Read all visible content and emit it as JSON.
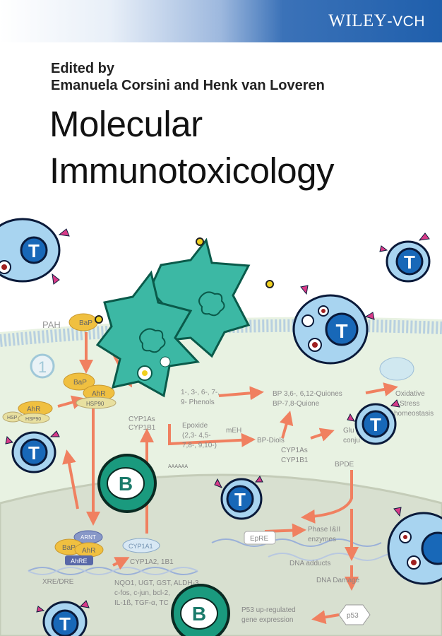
{
  "publisher": {
    "wiley": "WILEY",
    "sep": "-",
    "vch": "VCH"
  },
  "editors": {
    "prefix": "Edited by",
    "names": "Emanuela Corsini and Henk van Loveren"
  },
  "title": {
    "line1": "Molecular",
    "line2": "Immunotoxicology"
  },
  "diagram": {
    "pah": "PAH",
    "bap": "BaP",
    "ahr": "AhR",
    "hsp": "HSP",
    "hsp90": "HSP90",
    "arnt": "ARNT",
    "ahre": "AhRE",
    "xre": "XRE/DRE",
    "step1": "1",
    "t_label": "T",
    "b_label": "B",
    "cyp1as": "CYP1As",
    "cyp1b1": "CYP1B1",
    "cyp1a1": "CYP1A1",
    "cyp1a2": "CYP1A2, 1B1",
    "phenols_1": "1-, 3-, 6-, 7-,",
    "phenols_2": "9- Phenols",
    "epoxide_1": "Epoxide",
    "epoxide_2": "(2,3- 4,5-",
    "epoxide_3": "7,8-, 9,10-)",
    "meh": "mEH",
    "bpdiols": "BP-Diols",
    "quinones_1": "BP 3,6-, 6,12-Quiones",
    "quinones_2": "BP-7,8-Quione",
    "oxidative_1": "Oxidative",
    "oxidative_2": "Stress",
    "oxidative_3": "homeostasis",
    "glu_1": "Glu",
    "glu_2": "conju",
    "cyp1as_2": "CYP1As",
    "cyp1b1_2": "CYP1B1",
    "bpde": "BPDE",
    "epre": "EpRE",
    "phase_1": "Phase I&II",
    "phase_2": "enzymes",
    "dna_adducts": "DNA adducts",
    "dna_damage": "DNA Damage",
    "p53": "p53",
    "p53_up_1": "P53 up-regulated",
    "p53_up_2": "gene expression",
    "genes_1": "NQO1, UGT, GST, ALDH-3",
    "genes_2": "c-fos, c-jun, bcl-2,",
    "genes_3": "IL-1ß, TGF-α, TC",
    "aaaa": "AAAAAA"
  }
}
